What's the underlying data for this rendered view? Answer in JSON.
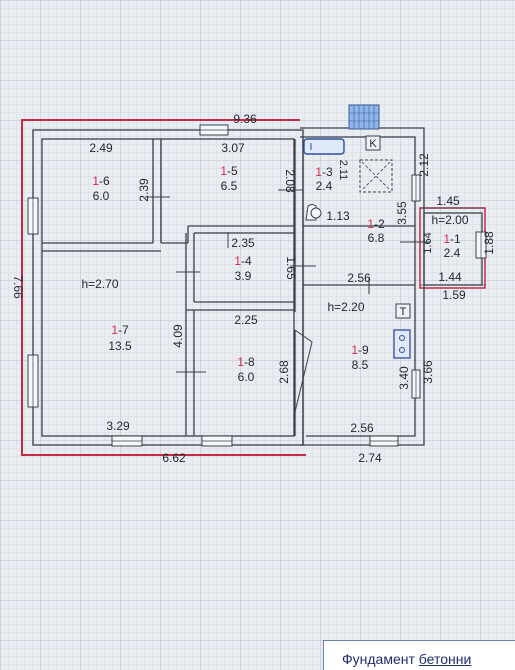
{
  "plan": {
    "overall": {
      "top_width": "9.36",
      "left_height": "7.66",
      "bottom_left": "6.62",
      "bottom_right": "2.74",
      "right_width": "3.66",
      "right_height": "1.88"
    },
    "rooms": [
      {
        "id": "1-6",
        "prefix": "1",
        "suffix": "-6",
        "area": "6.0"
      },
      {
        "id": "1-5",
        "prefix": "1",
        "suffix": "-5",
        "area": "6.5"
      },
      {
        "id": "1-3",
        "prefix": "1",
        "suffix": "-3",
        "area": "2.4"
      },
      {
        "id": "1-2",
        "prefix": "1",
        "suffix": "-2",
        "area": "6.8"
      },
      {
        "id": "1-1",
        "prefix": "1",
        "suffix": "-1",
        "area": "2.4"
      },
      {
        "id": "1-4",
        "prefix": "1",
        "suffix": "-4",
        "area": "3.9"
      },
      {
        "id": "1-7",
        "prefix": "1",
        "suffix": "-7",
        "area": "13.5"
      },
      {
        "id": "1-8",
        "prefix": "1",
        "suffix": "-8",
        "area": "6.0"
      },
      {
        "id": "1-9",
        "prefix": "1",
        "suffix": "-9",
        "area": "8.5"
      }
    ],
    "heights": {
      "main": "h=2.70",
      "kitchen": "h=2.20",
      "porch": "h=2.00"
    },
    "dimensions": {
      "r6_width": "2.49",
      "r6_height": "2.39",
      "r5_width": "3.07",
      "r5_height": "2.08",
      "r3_height": "2.11",
      "r3_width": "1.13",
      "r2_height": "3.55",
      "r2_width": "2.12",
      "r1_height": "1.64",
      "porch_top": "1.45",
      "porch_bottom": "1.44",
      "porch_outer": "1.59",
      "r4_width": "2.35",
      "r4_height": "1.65",
      "hall_width": "2.56",
      "r7_height": "4.09",
      "r7_width": "3.29",
      "r8_width": "2.25",
      "r8_height": "2.68",
      "r9_height": "3.40",
      "r9_width": "2.56"
    },
    "fixtures": {
      "stove_label": "K",
      "heater_label": "T"
    }
  },
  "footer": {
    "label": "Фундамент ",
    "value": "бетонни"
  }
}
